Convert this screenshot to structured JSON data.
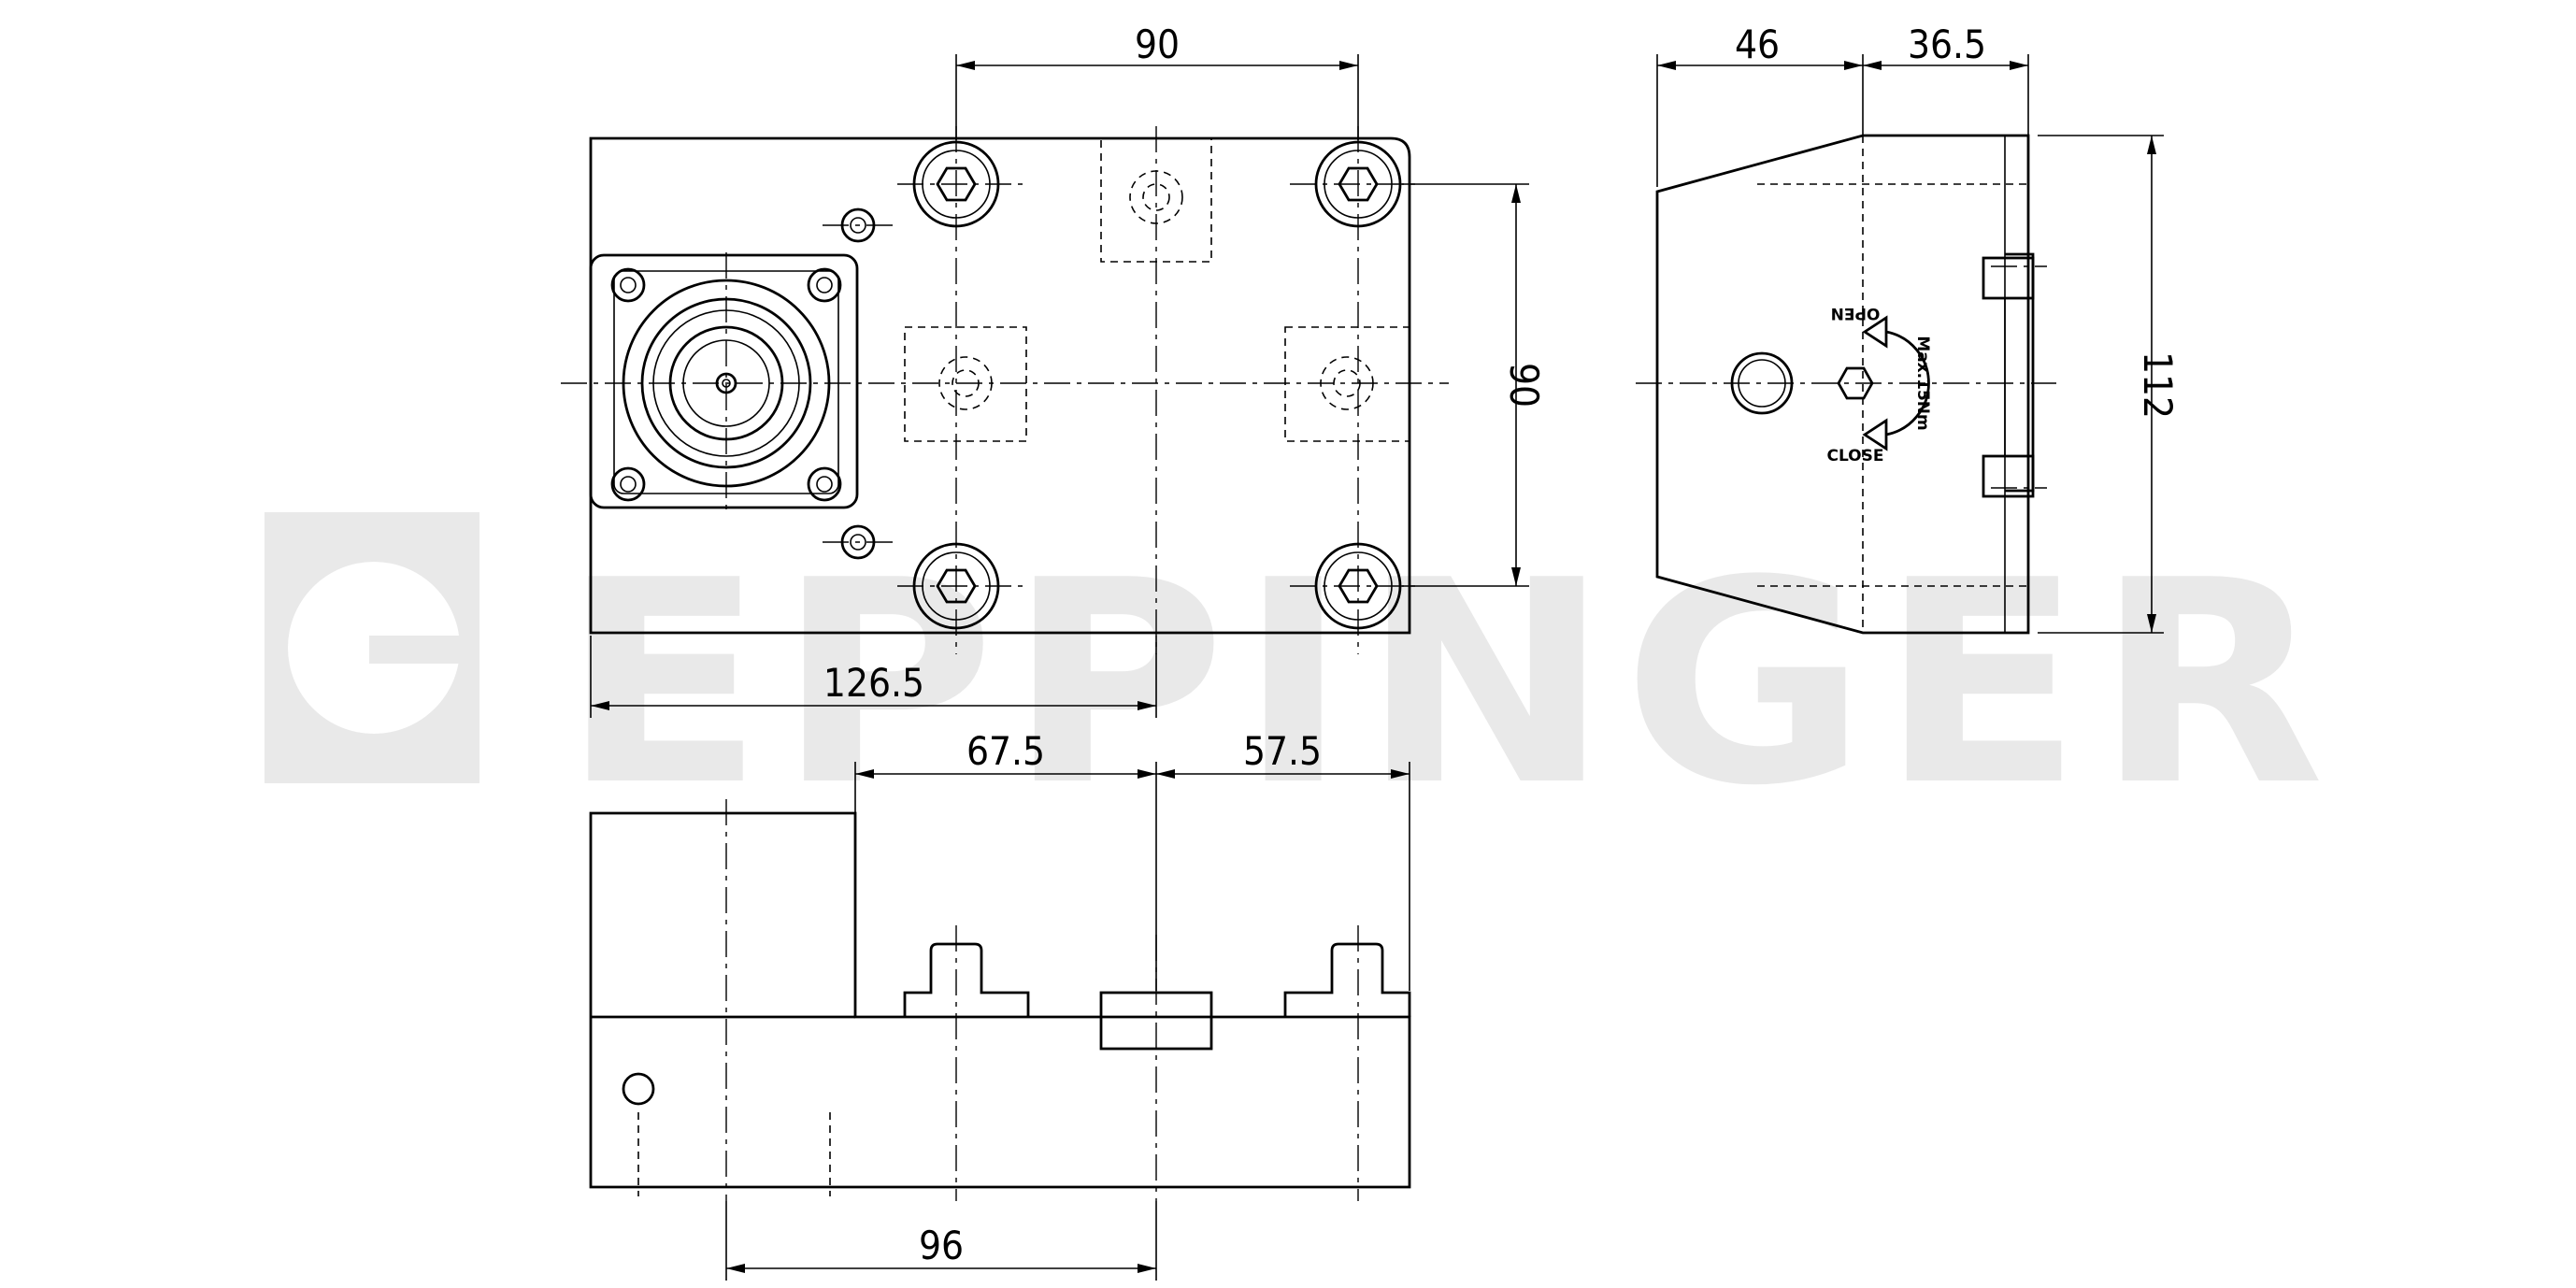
{
  "watermark": {
    "brand": "EPPINGER"
  },
  "dimensions": {
    "top_bolt_spacing": "90",
    "right_bolt_spacing": "90",
    "overall_width": "126.5",
    "side_depth_1": "46",
    "side_depth_2": "36.5",
    "side_height": "112",
    "front_left": "67.5",
    "front_right": "57.5",
    "front_bottom": "96"
  },
  "labels": {
    "open": "OPEN",
    "close": "CLOSE",
    "max_torque": "Max.15Nm"
  }
}
